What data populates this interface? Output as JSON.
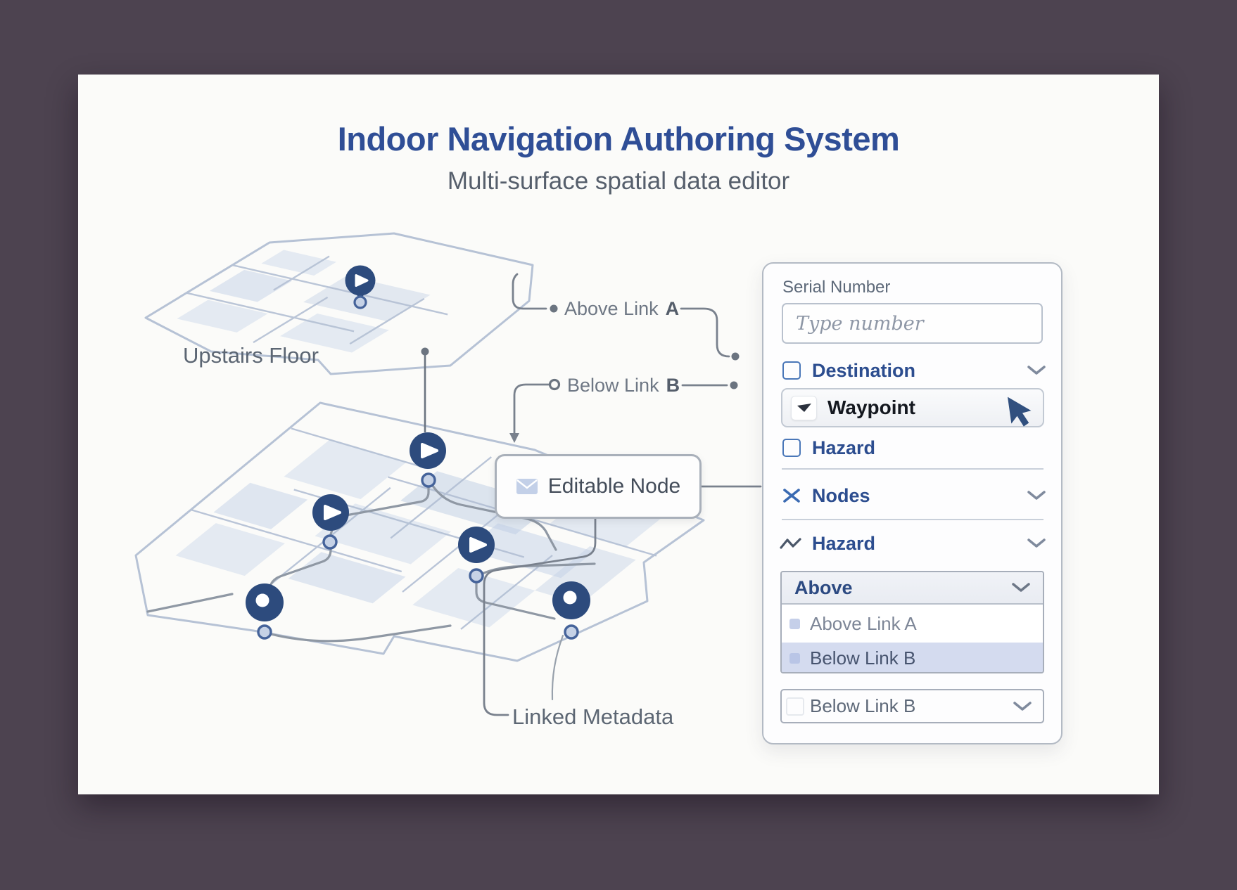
{
  "header": {
    "title": "Indoor Navigation Authoring System",
    "subtitle": "Multi-surface spatial data editor"
  },
  "diagram": {
    "upstairs_floor_label": "Upstairs Floor",
    "above_link_label": "Above Link",
    "above_link_letter": "A",
    "below_link_label": "Below Link",
    "below_link_letter": "B",
    "editable_node_label": "Editable Node",
    "linked_metadata_label": "Linked Metadata"
  },
  "panel": {
    "serial_number_label": "Serial Number",
    "serial_number_placeholder": "Type number",
    "destination_label": "Destination",
    "destination_checked": false,
    "waypoint_label": "Waypoint",
    "hazard_checkbox_label": "Hazard",
    "hazard_checked": false,
    "nodes_section_label": "Nodes",
    "hazard_section_label": "Hazard",
    "above_dropdown": {
      "value": "Above",
      "options": [
        "Above Link A",
        "Below Link B"
      ],
      "highlighted_option": "Below Link B"
    },
    "below_select_value": "Below Link B"
  },
  "colors": {
    "background": "#4d4350",
    "canvas": "#fbfbf9",
    "title_blue": "#2f4e96",
    "pin_navy": "#2d4b7d",
    "panel_label_blue": "#2c4d8f",
    "highlight_row": "#d4dbef",
    "connector_gray": "#79818d",
    "floorplan_line": "#b6c2d5"
  }
}
